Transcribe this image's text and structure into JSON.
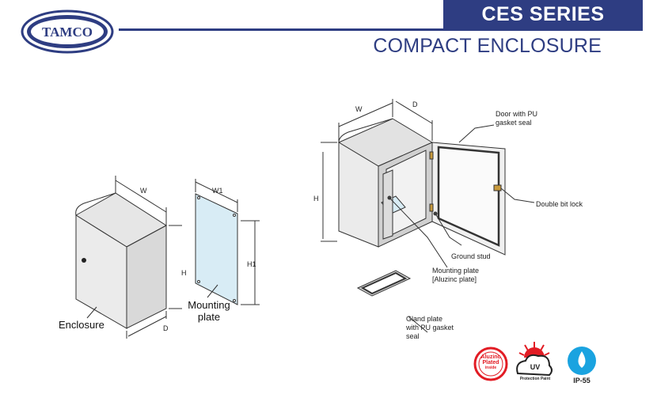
{
  "header": {
    "logo_text": "TAMCO",
    "series": "CES SERIES",
    "subtitle": "COMPACT ENCLOSURE"
  },
  "left_drawing": {
    "dim_w": "W",
    "dim_h": "H",
    "dim_d": "D",
    "dim_w1": "W1",
    "dim_h1": "H1",
    "enclosure_label": "Enclosure",
    "mounting_plate_label_1": "Mounting",
    "mounting_plate_label_2": "plate"
  },
  "right_drawing": {
    "dim_w": "W",
    "dim_d": "D",
    "dim_h": "H",
    "door_label_1": "Door with PU",
    "door_label_2": "gasket seal",
    "lock_label": "Double bit lock",
    "ground_label": "Ground stud",
    "mplate_label_1": "Mounting plate",
    "mplate_label_2": "[Aluzinc plate]",
    "gland_label_1": "Gland plate",
    "gland_label_2": "with PU gasket",
    "gland_label_3": "seal"
  },
  "badges": {
    "aluzinc_1": "Aluzinc",
    "aluzinc_2": "Plated",
    "aluzinc_3": "inside",
    "uv": "UV",
    "uv_caption": "Protection Paint",
    "ip": "IP-55"
  },
  "colors": {
    "brand": "#2e3d82",
    "plate": "#d8ecf5",
    "badge_red": "#e21c24",
    "ip_blue": "#1aa3e0"
  }
}
